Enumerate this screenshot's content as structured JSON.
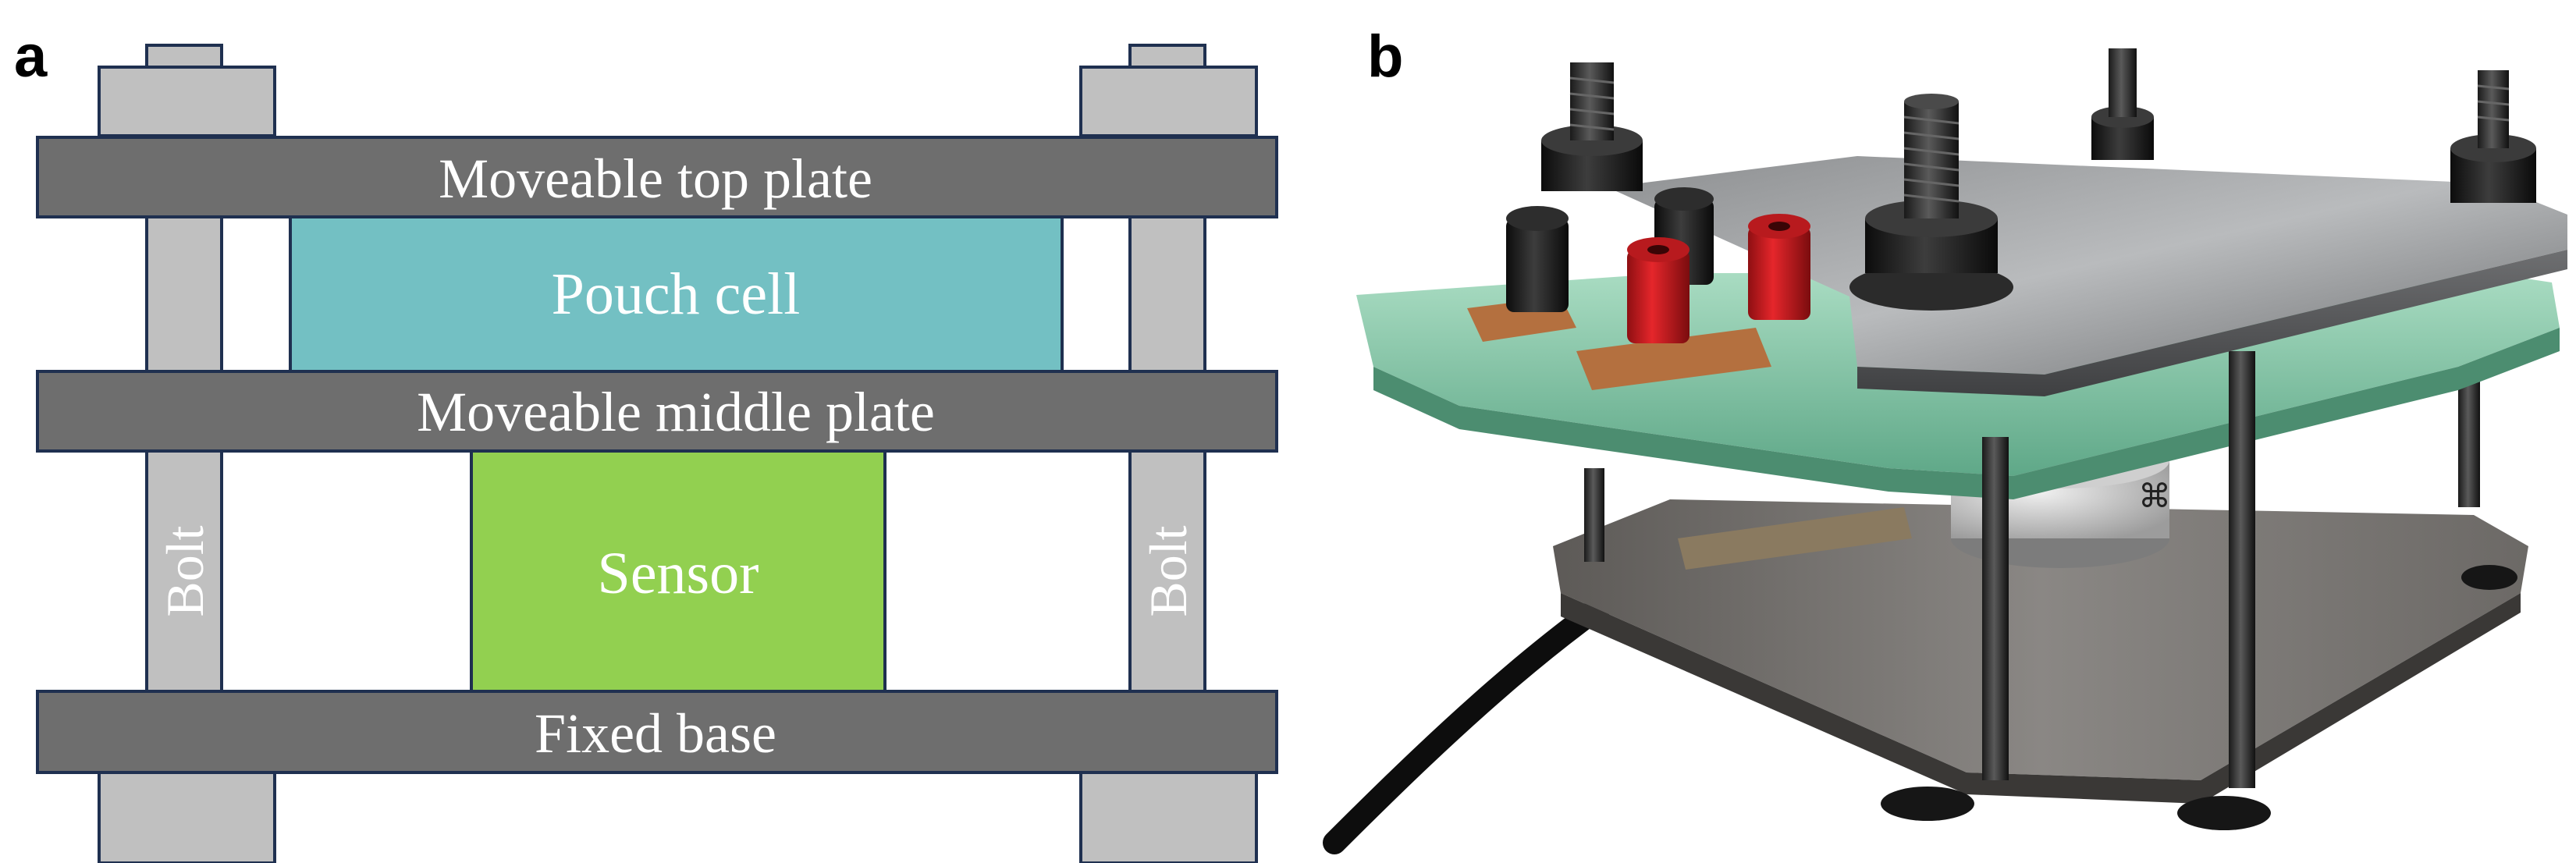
{
  "panels": {
    "a": {
      "label": "a",
      "top_plate": "Moveable top plate",
      "pouch_cell": "Pouch cell",
      "middle_plate": "Moveable middle plate",
      "sensor": "Sensor",
      "fixed_base": "Fixed base",
      "bolt_left": "Bolt",
      "bolt_right": "Bolt"
    },
    "b": {
      "label": "b"
    }
  },
  "colors": {
    "plate": "#6e6e6e",
    "bolt": "#c0c0c0",
    "outline": "#1f3050",
    "pouch_cell": "#73c0c3",
    "sensor": "#92d050",
    "text_on_plate": "#ffffff"
  }
}
